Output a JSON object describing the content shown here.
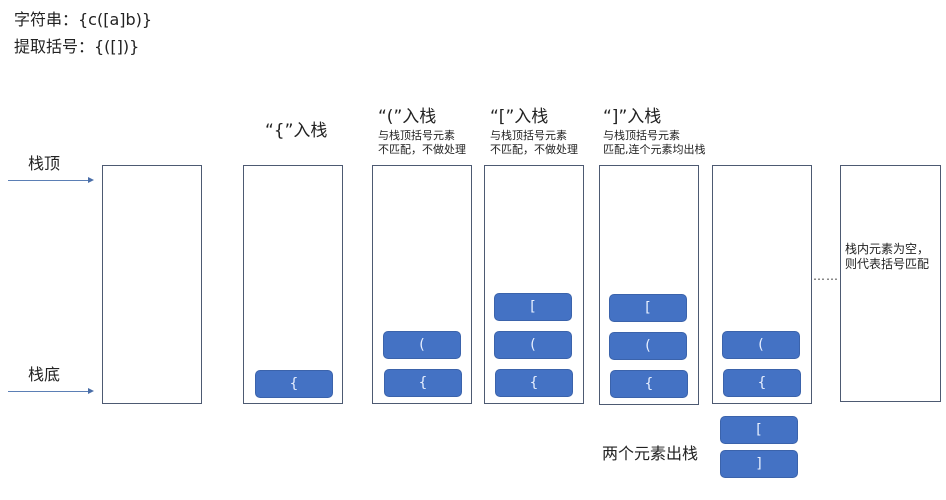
{
  "header": {
    "string_label": "字符串：{c([a]b)}",
    "extract_label": "提取括号：{([])}"
  },
  "axis_labels": {
    "top": "栈顶",
    "bottom": "栈底"
  },
  "steps": [
    {
      "title": "",
      "sub1": "",
      "sub2": "",
      "blocks": []
    },
    {
      "title": "“{”入栈",
      "sub1": "",
      "sub2": "",
      "blocks": [
        "{"
      ]
    },
    {
      "title": "“(”入栈",
      "sub1": "与栈顶括号元素",
      "sub2": "不匹配，不做处理",
      "blocks": [
        "(",
        "{"
      ]
    },
    {
      "title": "“[”入栈",
      "sub1": "与栈顶括号元素",
      "sub2": "不匹配，不做处理",
      "blocks": [
        "[",
        "(",
        "{"
      ]
    },
    {
      "title": "“]”入栈",
      "sub1": "与栈顶括号元素",
      "sub2": "匹配,连个元素均出栈",
      "blocks": [
        "[",
        "(",
        "{"
      ]
    },
    {
      "title": "",
      "sub1": "",
      "sub2": "",
      "blocks": [
        "(",
        "{"
      ]
    },
    {
      "title": "",
      "sub1": "",
      "sub2": "",
      "blocks": []
    }
  ],
  "popped": {
    "label": "两个元素出栈",
    "blocks": [
      "[",
      "]"
    ]
  },
  "ellipsis": "……",
  "final_note": "栈内元素为空，则代表括号匹配",
  "colors": {
    "block_fill": "#4472c4",
    "stack_border": "#4d5a72",
    "arrow": "#5b7fb5"
  }
}
